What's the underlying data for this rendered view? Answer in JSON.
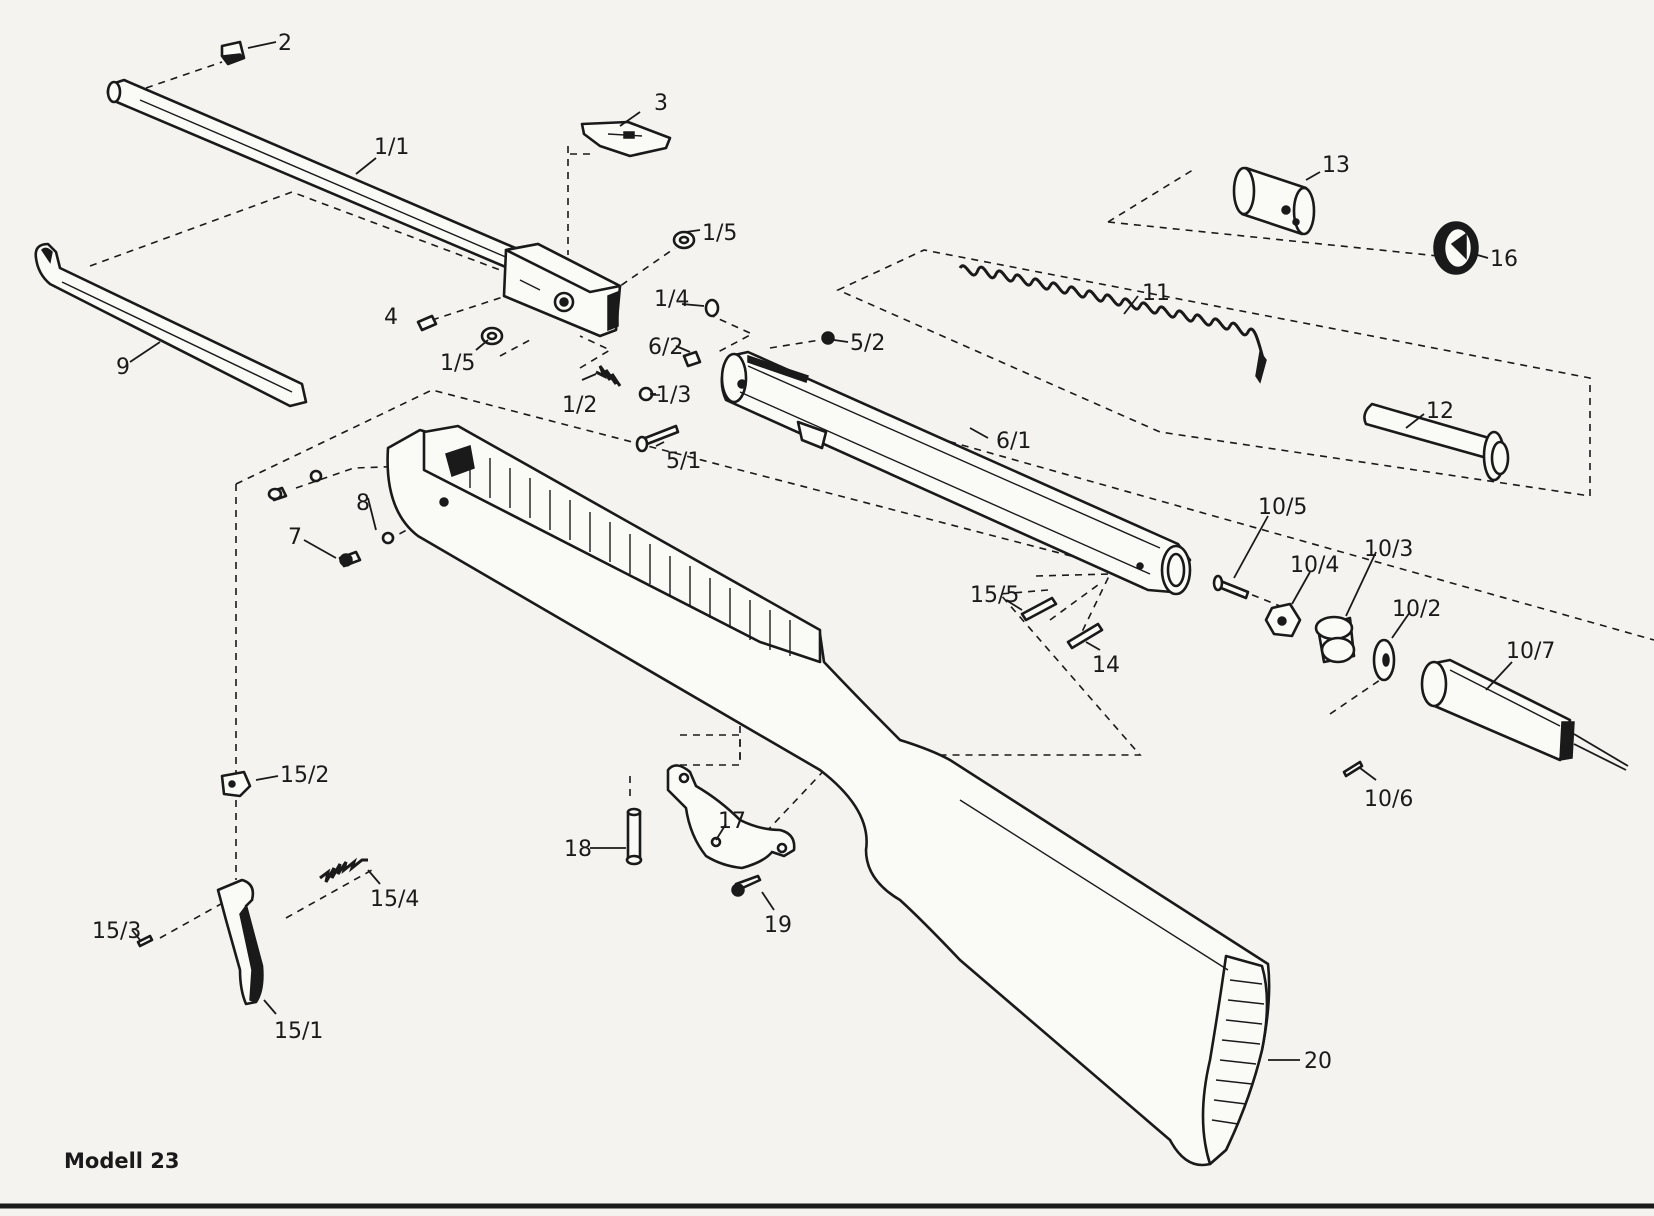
{
  "caption": "Modell 23",
  "labels": {
    "p2": "2",
    "p3": "3",
    "p1_1": "1/1",
    "p1_5a": "1/5",
    "p1_5b": "1/5",
    "p4": "4",
    "p1_4": "1/4",
    "p6_2": "6/2",
    "p5_2": "5/2",
    "p1_2": "1/2",
    "p1_3": "1/3",
    "p5_1": "5/1",
    "p6_1": "6/1",
    "p9": "9",
    "p8": "8",
    "p7": "7",
    "p11": "11",
    "p12": "12",
    "p13": "13",
    "p16": "16",
    "p10_5": "10/5",
    "p10_4": "10/4",
    "p10_3": "10/3",
    "p10_2": "10/2",
    "p10_7": "10/7",
    "p10_6": "10/6",
    "p15_5": "15/5",
    "p14": "14",
    "p15_2": "15/2",
    "p17": "17",
    "p18": "18",
    "p19": "19",
    "p15_3": "15/3",
    "p15_4": "15/4",
    "p15_1": "15/1",
    "p20": "20"
  }
}
